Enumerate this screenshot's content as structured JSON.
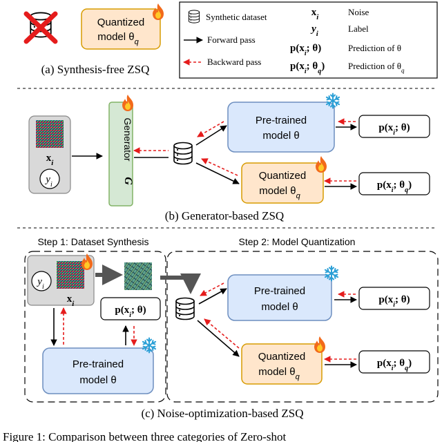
{
  "legend": {
    "dataset": "Synthetic dataset",
    "forward": "Forward pass",
    "backward": "Backward pass",
    "noise_sym": "x",
    "noise_sub": "i",
    "noise": "Noise",
    "label_sym": "y",
    "label_sub": "i",
    "label": "Label",
    "pred_theta": "Prediction of θ",
    "pred_theta_q": "Prediction of θ",
    "pred_theta_q_sub": "q",
    "pred_sym": "p(x",
    "pred_sym_sub": "i",
    "pred_sym_mid": "; θ)",
    "pred_sym_mid_q": "; θ",
    "pred_sym_q_sub": "q",
    "pred_sym_end": ")"
  },
  "panel_a": {
    "quantized_line1": "Quantized",
    "quantized_line2": "model θ",
    "quantized_sub": "q",
    "caption": "(a) Synthesis-free ZSQ"
  },
  "panel_b": {
    "generator": "Generator",
    "generator_sym": "G",
    "noise_sym": "x",
    "noise_sub": "i",
    "label_sym": "y",
    "label_sub": "i",
    "pretrained_line1": "Pre-trained",
    "pretrained_line2": "model θ",
    "quantized_line1": "Quantized",
    "quantized_line2": "model θ",
    "quantized_sub": "q",
    "out_theta": "p(x",
    "out_theta_sub": "i",
    "out_theta_end": "; θ)",
    "out_theta_q": "p(x",
    "out_theta_q_sub": "i",
    "out_theta_q_mid": "; θ",
    "out_theta_q_sub2": "q",
    "out_theta_q_end": ")",
    "caption": "(b) Generator-based ZSQ"
  },
  "panel_c": {
    "step1": "Step 1: Dataset Synthesis",
    "step2": "Step 2: Model Quantization",
    "label_sym": "y",
    "label_sub": "i",
    "noise_sym": "x",
    "noise_sub": "i",
    "pred_box": "p(x",
    "pred_box_sub": "i",
    "pred_box_end": "; θ)",
    "pretrained_line1": "Pre-trained",
    "pretrained_line2": "model θ",
    "pretrained2_line1": "Pre-trained",
    "pretrained2_line2": "model θ",
    "quantized_line1": "Quantized",
    "quantized_line2": "model θ",
    "quantized_sub": "q",
    "out_theta": "p(x",
    "out_theta_sub": "i",
    "out_theta_end": "; θ)",
    "out_theta_q": "p(x",
    "out_theta_q_sub": "i",
    "out_theta_q_mid": "; θ",
    "out_theta_q_sub2": "q",
    "out_theta_q_end": ")",
    "caption": "(c) Noise-optimization-based ZSQ"
  },
  "figure_caption": "Figure 1: Comparison between three categories of Zero-shot",
  "colors": {
    "blue_fill": "#dae8fc",
    "blue_stroke": "#6c8ebf",
    "orange_fill": "#ffe6cc",
    "orange_stroke": "#d79b00",
    "green_fill": "#d5e8d4",
    "green_stroke": "#82b366",
    "gray_fill": "#d9d9d9",
    "red": "#e51c1c",
    "ice": "#2a9fd6"
  }
}
